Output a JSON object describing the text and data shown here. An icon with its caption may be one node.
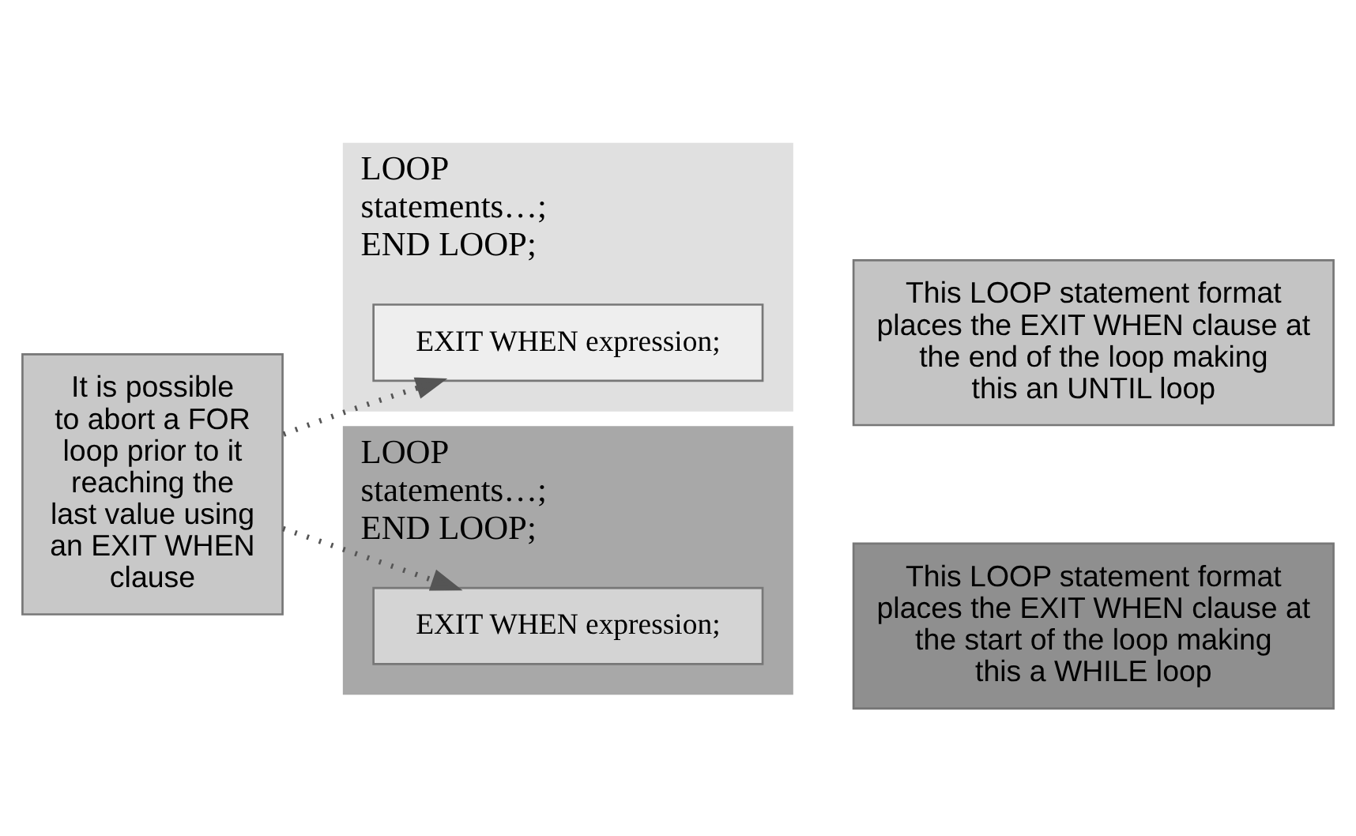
{
  "diagram": {
    "nodes": [
      {
        "text": [
          "This LOOP statement format places the EXIT WHEN clause at the end of the loop making this an UNTIL loop"
        ]
      },
      {
        "text": [
          "It is possible to abort a FOR loop prior to it reaching the last value using an EXIT WHEN clause"
        ]
      },
      {
        "text": [
          "LOOP",
          "statements…;",
          "END LOOP;"
        ]
      },
      {
        "text": [
          "EXIT WHEN expression;"
        ],
        "in": 2
      },
      {
        "text": [
          "LOOP",
          "statements…;",
          "END LOOP;"
        ]
      },
      {
        "text": [
          "EXIT WHEN expression;"
        ],
        "in": 4
      },
      {
        "text": [
          "This LOOP statement format places the EXIT WHEN clause at the start of the loop making this a WHILE loop"
        ]
      }
    ],
    "edges": [
      {
        "from": 1,
        "to": 3,
        "arrow": "to",
        "style": "dashed"
      },
      {
        "from": 1,
        "to": 5,
        "arrow": "to",
        "style": "dashed"
      }
    ]
  }
}
